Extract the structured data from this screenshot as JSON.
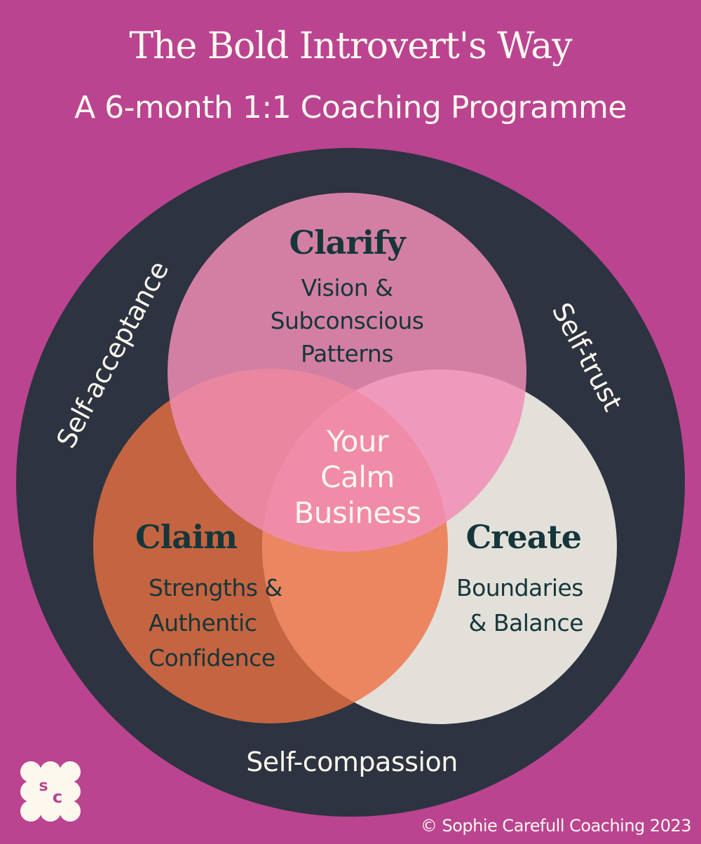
{
  "header": {
    "title": "The Bold Introvert's Way",
    "subtitle": "A 6-month 1:1 Coaching Programme"
  },
  "venn": {
    "clarify": {
      "heading": "Clarify",
      "lines": [
        "Vision &",
        "Subconscious",
        "Patterns"
      ]
    },
    "claim": {
      "heading": "Claim",
      "lines": [
        "Strengths &",
        "Authentic",
        "Confidence"
      ]
    },
    "create": {
      "heading": "Create",
      "lines": [
        "Boundaries",
        "& Balance"
      ]
    },
    "center": {
      "lines": [
        "Your",
        "Calm",
        "Business"
      ]
    }
  },
  "ring_labels": {
    "left": "Self-acceptance",
    "right": "Self-trust",
    "bottom": "Self-compassion"
  },
  "footer": {
    "logo_text": {
      "s": "S",
      "c": "C"
    },
    "copyright": "© Sophie Carefull Coaching 2023"
  },
  "colors": {
    "background": "#BB4491",
    "outer_ring": "#2D3340",
    "clarify": "#D37FA4",
    "claim": "#C56441",
    "create": "#E3E0DA",
    "clarify_claim": "#E8879F",
    "clarify_create": "#F09ABB",
    "claim_create": "#EB8661",
    "center": "#F08BA8",
    "dark_text": "#15363A",
    "light_text": "#FDF8EE"
  }
}
